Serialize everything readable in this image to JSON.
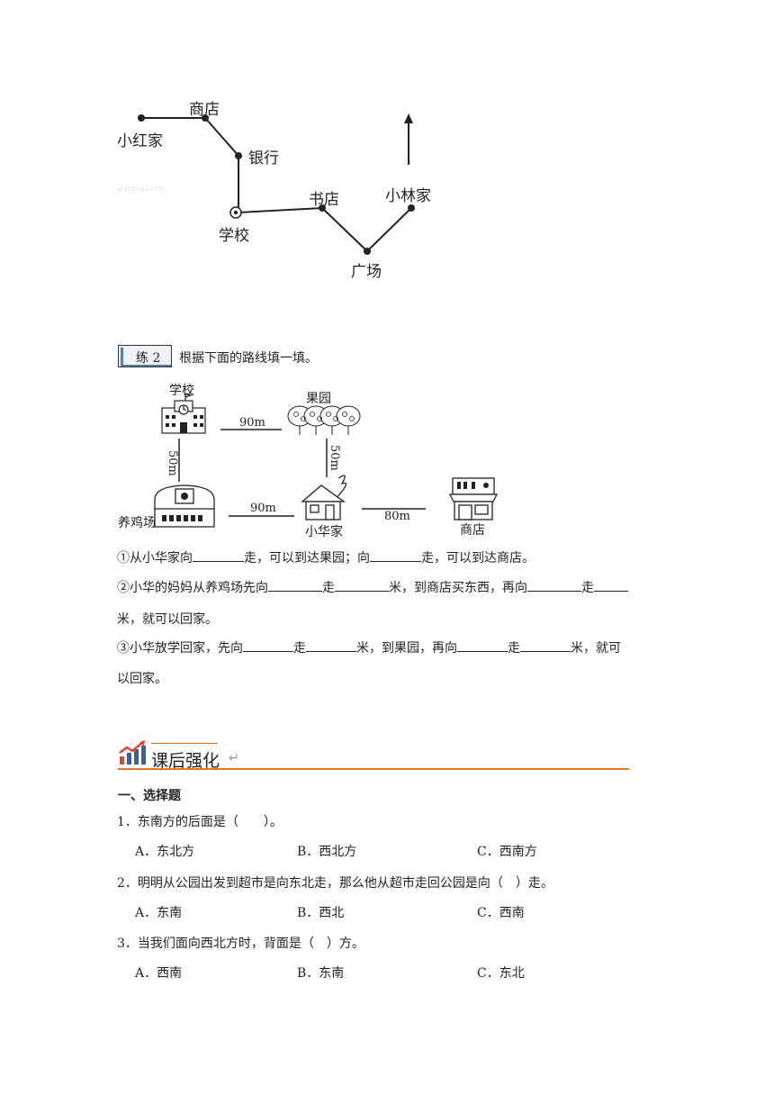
{
  "map1": {
    "labels": {
      "xiaohong_home": "小红家",
      "shop": "商店",
      "bank": "银行",
      "school": "学校",
      "bookstore": "书店",
      "square": "广场",
      "xiaolin_home": "小林家"
    },
    "watermark": "21cnjy.com"
  },
  "practice2": {
    "badge": "练 2",
    "instruction": "根据下面的路线填一填。",
    "places": {
      "school": "学校",
      "orchard": "果园",
      "chicken_farm": "养鸡场",
      "xiaohua_home": "小华家",
      "shop": "商店"
    },
    "distances": {
      "school_orchard": "90m",
      "school_farm": "50m",
      "orchard_home": "50m",
      "farm_home": "90m",
      "home_shop": "80m"
    },
    "q1": {
      "a": "①从小华家向",
      "b": "走，可以到达果园；向",
      "c": "走，可以到达商店。"
    },
    "q2": {
      "a": "②小华的妈妈从养鸡场先向",
      "b": "走",
      "c": "米，到商店买东西，再向",
      "d": "走",
      "e": "米，就可以回家。"
    },
    "q3": {
      "a": "③小华放学回家，先向",
      "b": "走",
      "c": "米，到果园，再向",
      "d": "走",
      "e": "米，就可",
      "f": "以回家。"
    }
  },
  "section": {
    "title": "课后强化",
    "subtitle": "一、选择题",
    "questions": [
      {
        "text": "1．东南方的后面是（　　）。",
        "options": [
          "A．东北方",
          "B．西北方",
          "C．西南方"
        ]
      },
      {
        "text": "2．明明从公园出发到超市是向东北走，那么他从超市走回公园是向（　）走。",
        "options": [
          "A．东南",
          "B．西北",
          "C．西南"
        ]
      },
      {
        "text": "3．当我们面向西北方时，背面是（　）方。",
        "options": [
          "A．西南",
          "B．东南",
          "C．东北"
        ]
      }
    ]
  }
}
